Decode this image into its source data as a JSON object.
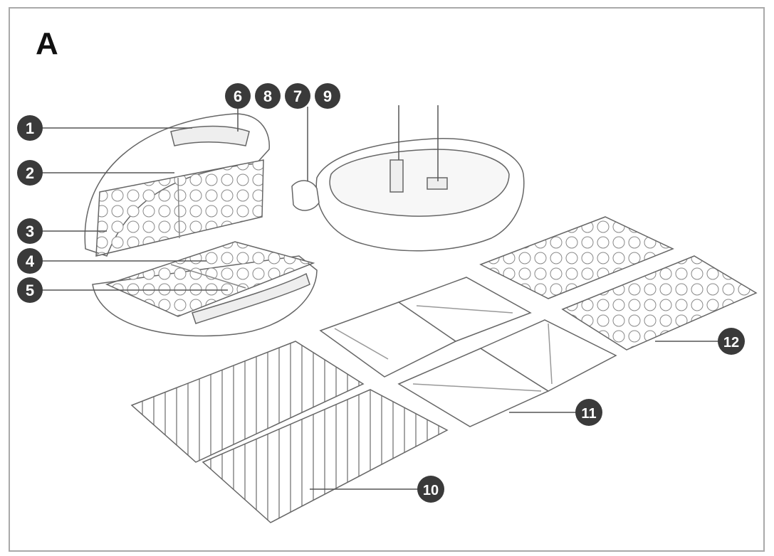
{
  "figure": {
    "panel_letter": "A",
    "callouts": [
      {
        "id": "c1",
        "label": "1"
      },
      {
        "id": "c2",
        "label": "2"
      },
      {
        "id": "c3",
        "label": "3"
      },
      {
        "id": "c4",
        "label": "4"
      },
      {
        "id": "c5",
        "label": "5"
      },
      {
        "id": "c6",
        "label": "6"
      },
      {
        "id": "c8",
        "label": "8"
      },
      {
        "id": "c7",
        "label": "7"
      },
      {
        "id": "c9",
        "label": "9"
      },
      {
        "id": "c10",
        "label": "10"
      },
      {
        "id": "c11",
        "label": "11"
      },
      {
        "id": "c12",
        "label": "12"
      }
    ]
  },
  "colors": {
    "badge": "#3a3a3a",
    "line": "#555555",
    "frame": "#a9a9a9"
  }
}
